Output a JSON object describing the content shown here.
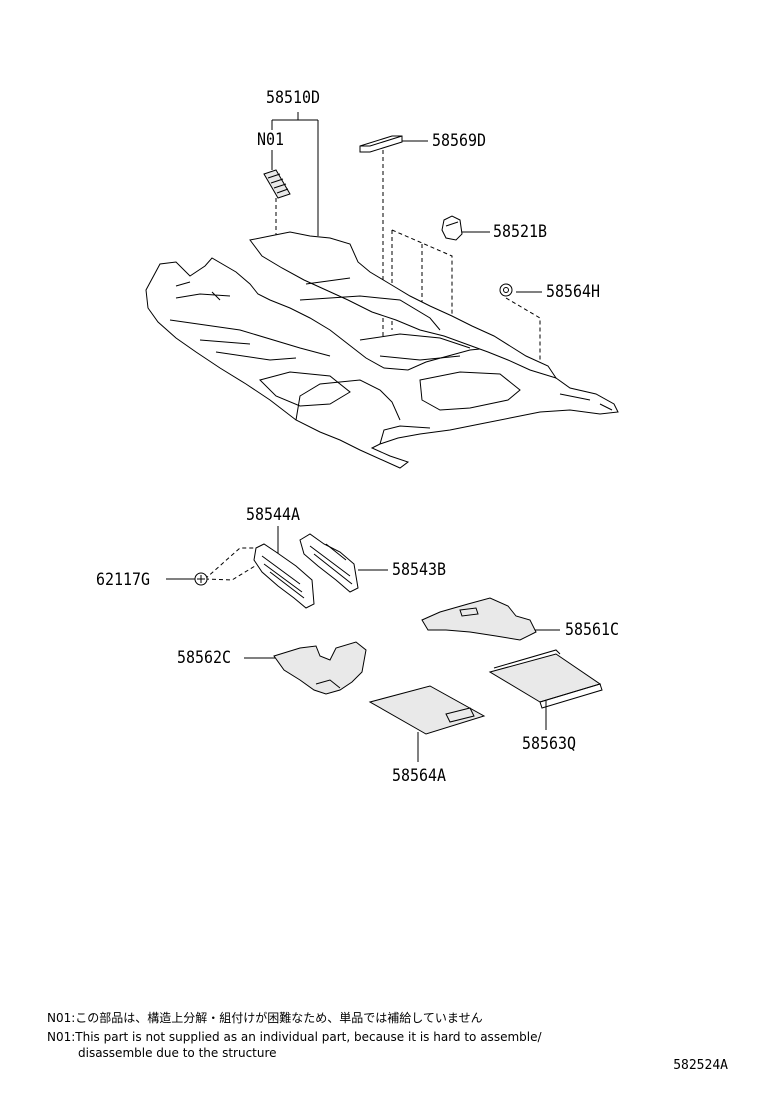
{
  "parts": {
    "p58510D": "58510D",
    "n01": "N01",
    "p58569D": "58569D",
    "p58521B": "58521B",
    "p58564H": "58564H",
    "p58544A": "58544A",
    "p58543B": "58543B",
    "p62117G": "62117G",
    "p58561C": "58561C",
    "p58562C": "58562C",
    "p58563Q": "58563Q",
    "p58564A": "58564A"
  },
  "notes": {
    "jp": "N01:この部品は、構造上分解・組付けが困難なため、単品では補給していません",
    "en_line1": "N01:This part is not supplied as an individual part,  because it is hard to assemble/",
    "en_line2": "disassemble due to the structure"
  },
  "illustration_code": "582524A"
}
